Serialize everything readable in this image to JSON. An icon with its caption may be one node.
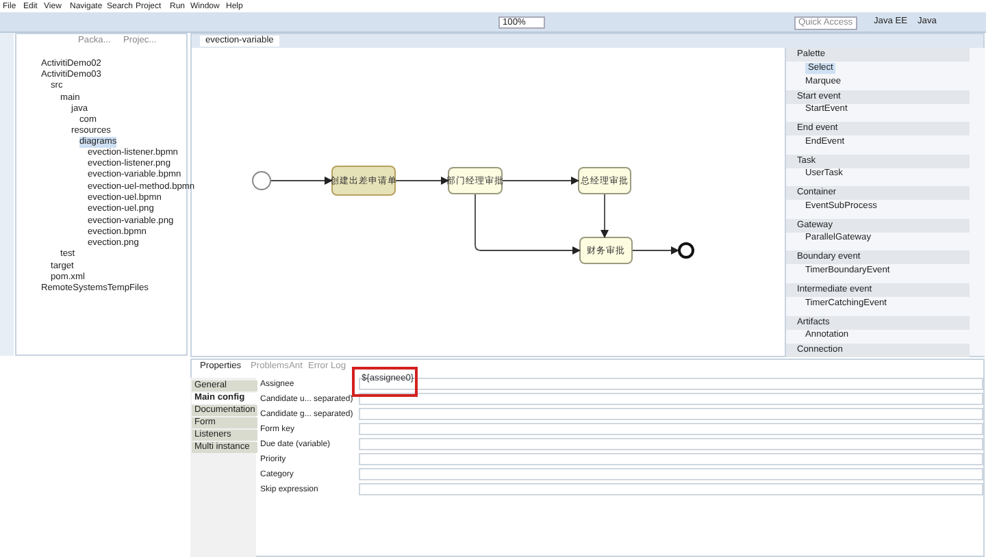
{
  "diagram": {
    "nodes": [
      {
        "text": [],
        "shape": "circle"
      },
      {
        "text": [
          "创建出差申请单"
        ]
      },
      {
        "text": [
          "部门经理审批"
        ]
      },
      {
        "text": [
          "总经理审批"
        ]
      },
      {
        "text": [
          "财务审批"
        ]
      },
      {
        "text": [],
        "shape": "circle"
      },
      {
        "text": [
          "${assignee0}"
        ]
      }
    ],
    "edges": [
      {
        "from": 0,
        "to": 1,
        "arrow": "to"
      },
      {
        "from": 1,
        "to": 2,
        "arrow": "to"
      },
      {
        "from": 2,
        "to": 3,
        "arrow": "to"
      },
      {
        "from": 2,
        "to": 4,
        "arrow": "to"
      },
      {
        "from": 3,
        "to": 4,
        "arrow": "to"
      },
      {
        "from": 4,
        "to": 5,
        "arrow": "to"
      }
    ],
    "labels": [
      "File",
      "Edit",
      "View",
      "Navigate",
      "Search",
      "Project",
      "Run",
      "Window",
      "Help",
      "100%",
      "Quick Access",
      "Java EE",
      "Java",
      "Packa...",
      "Projec...",
      "evection-variable",
      "ActivitiDemo02",
      "ActivitiDemo03",
      "src",
      "main",
      "java",
      "com",
      "resources",
      "diagrams",
      "evection-listener.bpmn",
      "evection-listener.png",
      "evection-variable.bpmn",
      "evection-uel-method.bpmn",
      "evection-uel.bpmn",
      "evection-uel.png",
      "evection-variable.png",
      "evection.bpmn",
      "evection.png",
      "test",
      "target",
      "pom.xml",
      "RemoteSystemsTempFiles",
      "Palette",
      "Select",
      "Marquee",
      "Start event",
      "StartEvent",
      "End event",
      "EndEvent",
      "Task",
      "UserTask",
      "Container",
      "EventSubProcess",
      "Gateway",
      "ParallelGateway",
      "Boundary event",
      "TimerBoundaryEvent",
      "Intermediate event",
      "TimerCatchingEvent",
      "Artifacts",
      "Annotation",
      "Connection",
      "Properties",
      "Problems",
      "Ant",
      "Error Log",
      "General",
      "Main config",
      "Documentation",
      "Form",
      "Listeners",
      "Multi instance",
      "Assignee",
      "Candidate u... separated)",
      "Candidate g... separated)",
      "Form key",
      "Due date (variable)",
      "Priority",
      "Category",
      "Skip expression"
    ]
  }
}
